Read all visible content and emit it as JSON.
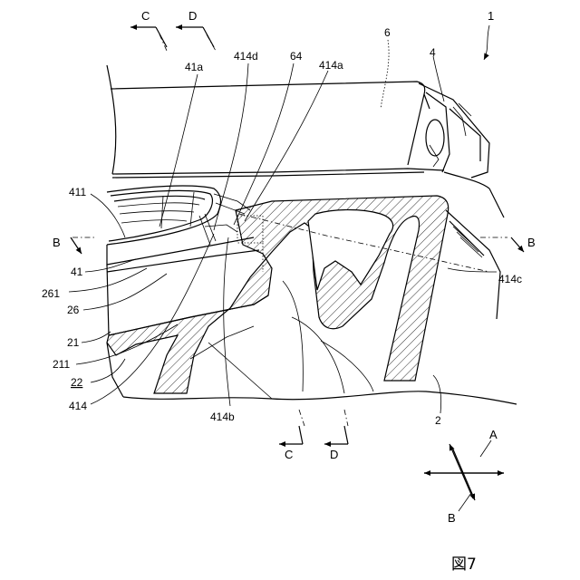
{
  "figure_label": "図7",
  "labels": {
    "l1": "1",
    "l6": "6",
    "l4": "4",
    "l41a": "41a",
    "l414d": "414d",
    "l64": "64",
    "l414a": "414a",
    "l411": "411",
    "l41": "41",
    "l261": "261",
    "l26": "26",
    "l21": "21",
    "l211": "211",
    "l22": "22",
    "l414": "414",
    "l414b": "414b",
    "l414c": "414c",
    "l2": "2"
  },
  "section_marks": {
    "c_top": "C",
    "d_top": "D",
    "c_bottom": "C",
    "d_bottom": "D",
    "b_left": "B",
    "b_right": "B"
  },
  "direction_arrows": {
    "a": "A",
    "b": "B"
  }
}
